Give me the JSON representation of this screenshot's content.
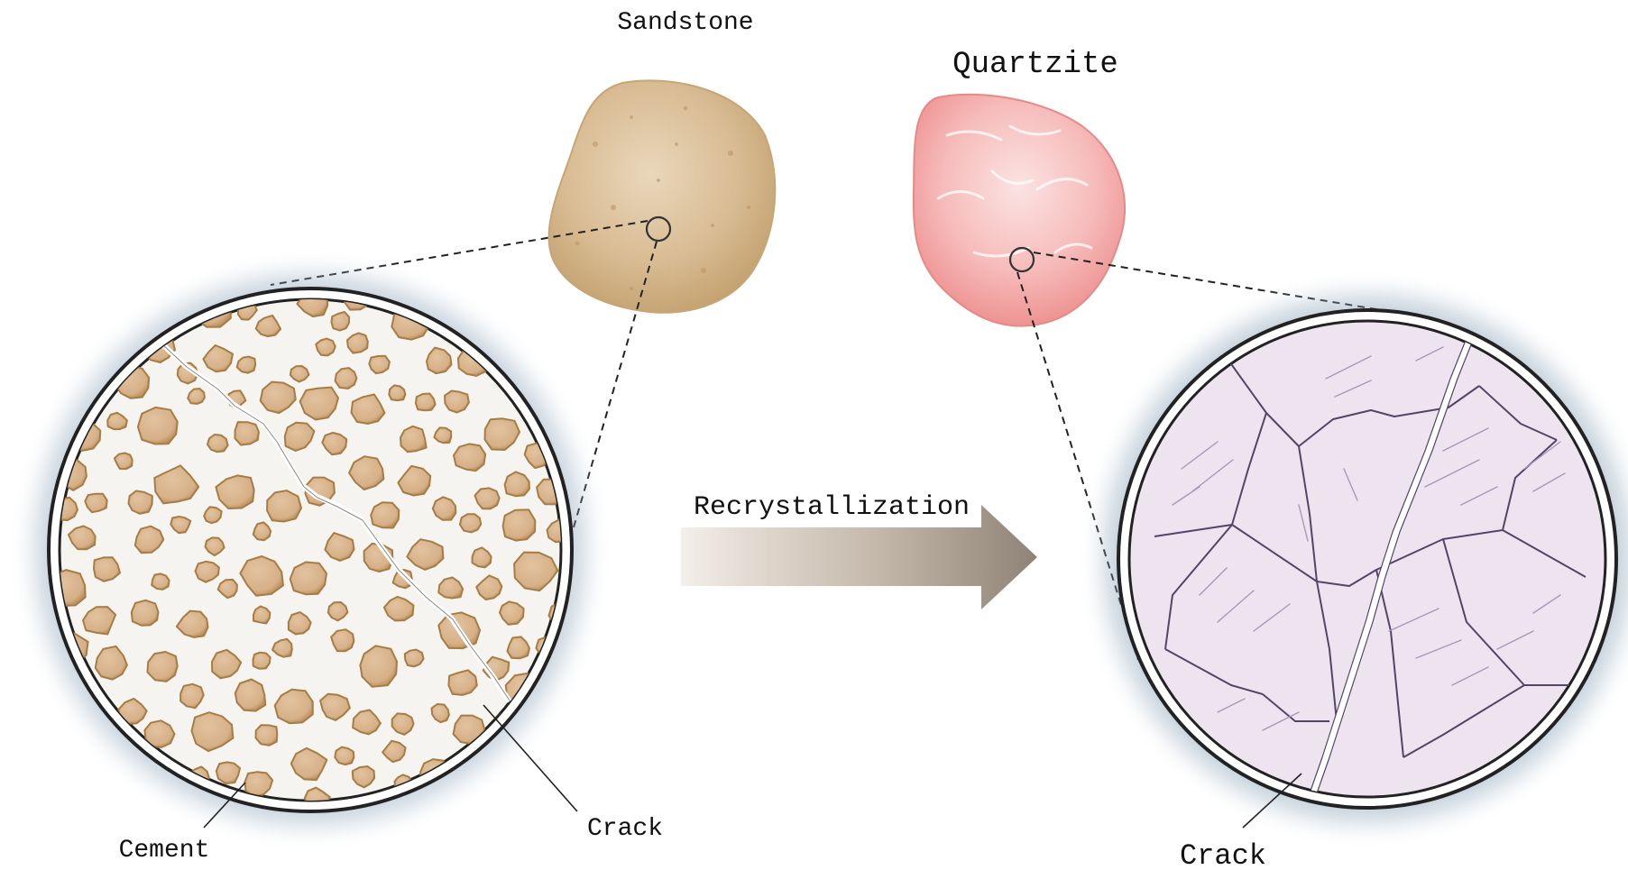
{
  "labels": {
    "sandstone": "Sandstone",
    "quartzite": "Quartzite",
    "process": "Recrystallization",
    "left_crack": "Crack",
    "cement": "Cement",
    "right_crack": "Crack"
  },
  "colors": {
    "sandstone_rock": "#d9bd94",
    "quartzite_rock": "#f1a3a1",
    "grain_fill": "#d8b58c",
    "grain_edge": "#a67d45",
    "cement": "#f5f3f0",
    "crystal_fill": "#ede4f0",
    "crystal_edge": "#554466",
    "halo": "#5a7a94",
    "arrow": "#8f8377"
  }
}
